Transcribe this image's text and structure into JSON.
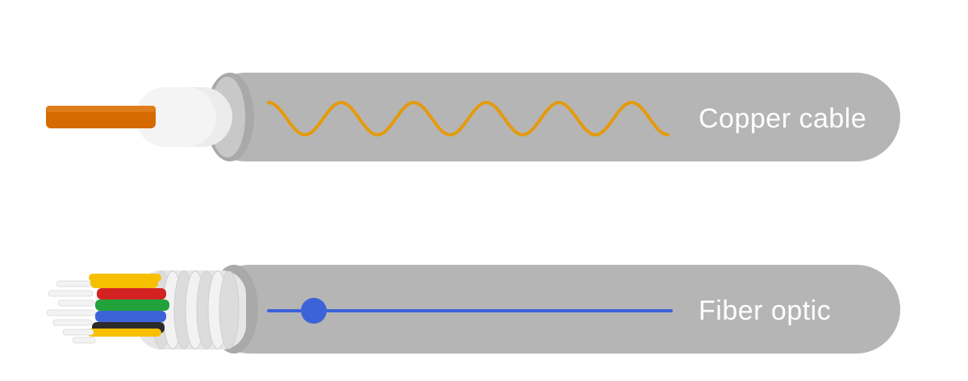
{
  "cables": {
    "copper": {
      "label": "Copper cable",
      "signal": "wave",
      "jacket_color": "#b5b5b5",
      "conductor_color": "#d46a00",
      "insulation_color": "#ececec",
      "signal_color": "#e59a0c"
    },
    "fiber": {
      "label": "Fiber optic",
      "signal": "light-pulse",
      "jacket_color": "#b5b5b5",
      "signal_color": "#3d63d8",
      "strand_colors": [
        "#f6c000",
        "#d32222",
        "#22a23a",
        "#3d63d8",
        "#2b2b2b"
      ],
      "strand_names": [
        "yellow",
        "red",
        "green",
        "blue",
        "black"
      ]
    }
  }
}
